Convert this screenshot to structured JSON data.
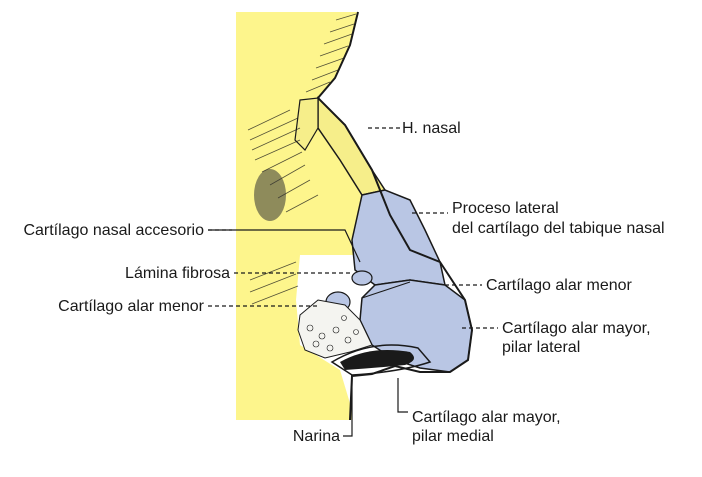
{
  "colors": {
    "background": "#ffffff",
    "skin": "#fdf58c",
    "cartilage": "#b9c6e4",
    "outline": "#1a1a1a"
  },
  "labels": {
    "h_nasal": "H. nasal",
    "proceso_lateral_1": "Proceso lateral",
    "proceso_lateral_2": "del cartílago del tabique nasal",
    "cartilago_nasal_accesorio": "Cartílago nasal accesorio",
    "lamina_fibrosa": "Lámina fibrosa",
    "cartilago_alar_menor_left": "Cartílago alar menor",
    "cartilago_alar_menor_right": "Cartílago alar menor",
    "alar_mayor_lateral_1": "Cartílago alar mayor,",
    "alar_mayor_lateral_2": "pilar lateral",
    "alar_mayor_medial_1": "Cartílago alar mayor,",
    "alar_mayor_medial_2": "pilar medial",
    "narina": "Narina"
  }
}
